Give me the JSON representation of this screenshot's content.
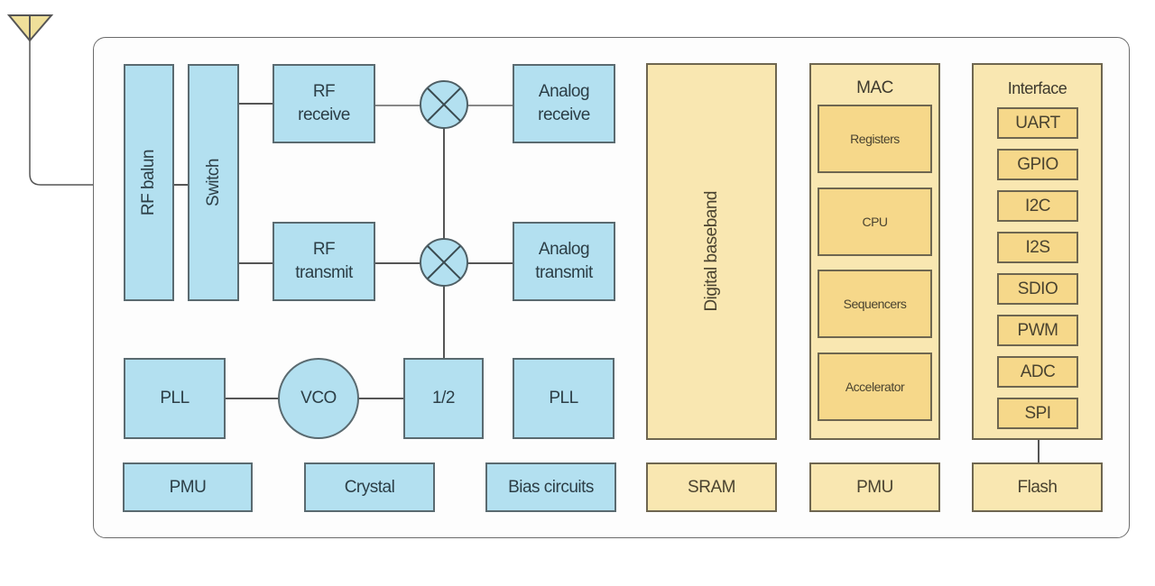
{
  "diagram": {
    "antenna": "antenna-icon",
    "rf_section": {
      "rf_balun": "RF balun",
      "switch": "Switch",
      "rf_receive": "RF\nreceive",
      "rf_transmit": "RF\ntransmit",
      "analog_receive": "Analog\nreceive",
      "analog_transmit": "Analog\ntransmit",
      "mixer_symbol": "mixer-icon",
      "pll_left": "PLL",
      "vco": "VCO",
      "divider": "1/2",
      "pll_right": "PLL",
      "pmu": "PMU",
      "crystal": "Crystal",
      "bias_circuits": "Bias circuits"
    },
    "digital_section": {
      "digital_baseband": "Digital baseband",
      "sram": "SRAM",
      "mac": {
        "title": "MAC",
        "items": [
          "Registers",
          "CPU",
          "Sequencers",
          "Accelerator"
        ]
      },
      "pmu": "PMU",
      "interface": {
        "title": "Interface",
        "items": [
          "UART",
          "GPIO",
          "I2C",
          "I2S",
          "SDIO",
          "PWM",
          "ADC",
          "SPI"
        ]
      },
      "flash": "Flash"
    },
    "colors": {
      "analog_fill": "#b3e0f0",
      "digital_fill": "#f9e7b1",
      "digital_inner_fill": "#f6d88a"
    }
  }
}
